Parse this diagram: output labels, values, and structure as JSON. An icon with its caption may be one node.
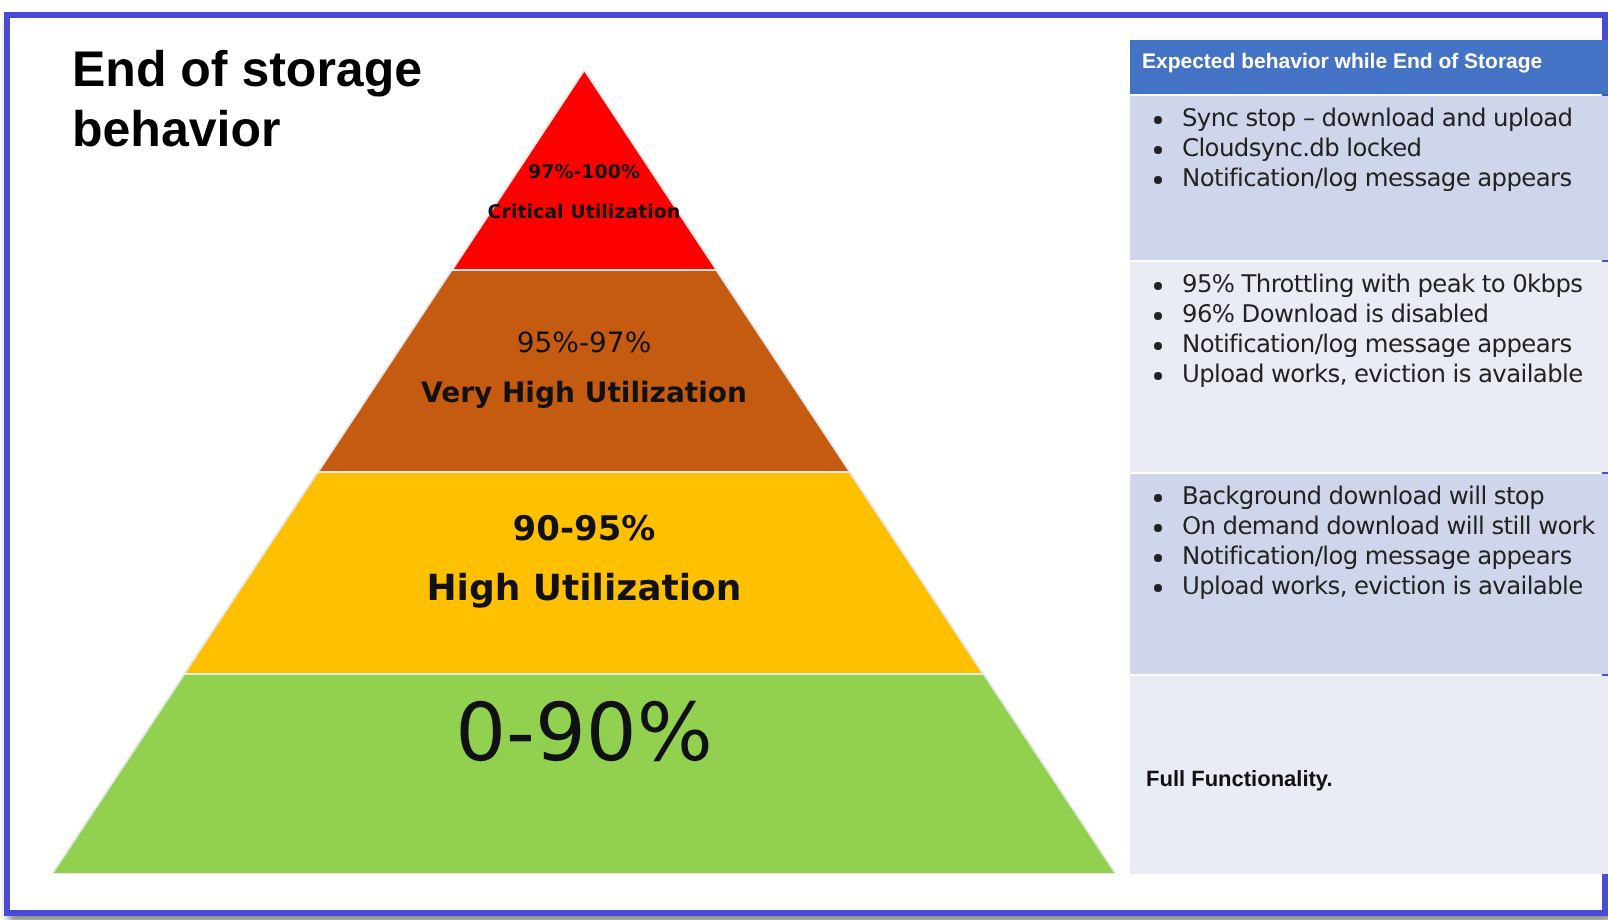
{
  "diagram": {
    "title": "End of storage behavior",
    "nodes": [
      {
        "text": [
          "97%-100%",
          "Critical Utilization"
        ]
      },
      {
        "text": [
          "95%-97%",
          "Very High Utilization"
        ]
      },
      {
        "text": [
          "90-95%",
          "High Utilization"
        ]
      },
      {
        "text": [
          "0-90%"
        ]
      }
    ],
    "labels": [
      "Expected behavior while End of Storage",
      "Sync stop – download and upload",
      "Cloudsync.db locked",
      "Notification/log message appears",
      "95% Throttling with peak to 0kbps",
      "96% Download is disabled",
      "Notification/log message appears",
      "Upload works, eviction is available",
      "Background download will stop",
      "On demand download will still work",
      "Notification/log message appears",
      "Upload works, eviction is available",
      "Full Functionality."
    ]
  }
}
